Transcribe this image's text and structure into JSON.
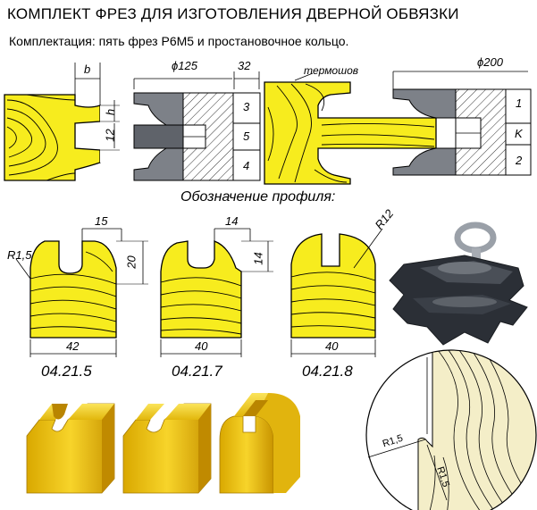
{
  "header": {
    "title": "КОМПЛЕКТ ФРЕЗ ДЛЯ ИЗГОТОВЛЕНИЯ ДВЕРНОЙ ОБВЯЗКИ",
    "subtitle": "Комплектация: пять фрез Р6М5 и простановочное кольцо."
  },
  "top_left_drawing": {
    "dim_b": "b",
    "dim_h": "h",
    "dim_12": "12",
    "dim_diameter": "ϕ125",
    "dim_32": "32",
    "cutters": [
      "3",
      "5",
      "4"
    ]
  },
  "top_right_drawing": {
    "callout": "термошов",
    "dim_diameter": "ϕ200",
    "cutters": [
      "1",
      "K",
      "2"
    ]
  },
  "profiles": {
    "heading": "Обозначение профиля:",
    "items": [
      {
        "code": "04.21.5",
        "width": "42",
        "groove": "15",
        "height": "20",
        "radius": "R1,5"
      },
      {
        "code": "04.21.7",
        "width": "40",
        "groove": "14",
        "height": "14"
      },
      {
        "code": "04.21.8",
        "width": "40",
        "radius": "R12"
      }
    ]
  },
  "detail": {
    "r_top": "R1,5",
    "r_bottom": "R1,5"
  },
  "colors": {
    "wood": "#f7ec1e",
    "block3d": "#e8c21a",
    "cutter": "#2b2f36",
    "hatch": "#333333"
  }
}
